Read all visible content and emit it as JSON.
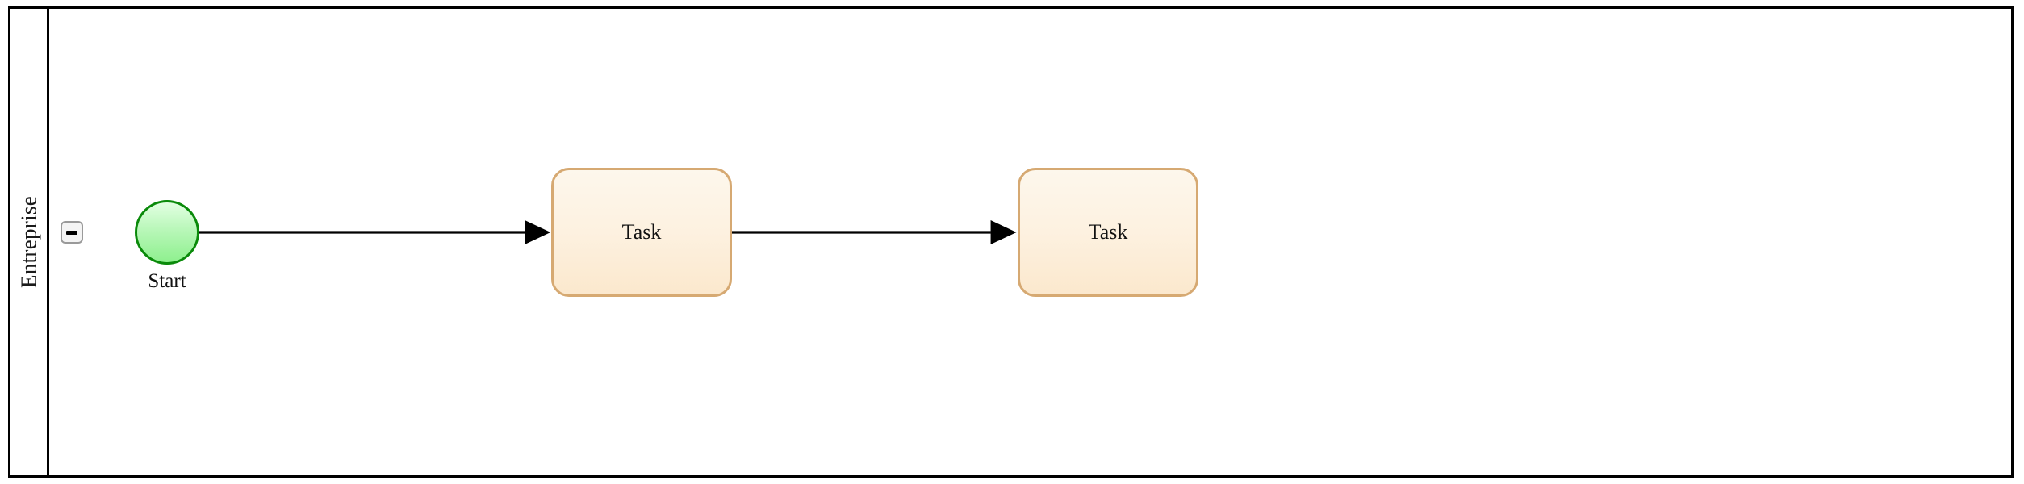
{
  "diagram": {
    "type": "bpmn-process",
    "notation": "BPMN 2.0",
    "canvas_background": "#ffffff"
  },
  "pool": {
    "name": "Entreprise",
    "label": "Entreprise",
    "border_color": "#000000",
    "background": "#ffffff",
    "collapse_control": {
      "icon": "minus-icon",
      "state": "expanded",
      "tooltip": ""
    }
  },
  "elements": {
    "start_event": {
      "label": "Start",
      "shape": "circle",
      "element_type": "start-event",
      "fill_top": "#e3ffe3",
      "fill_bottom": "#8ef08e",
      "border_color": "#0a8a0a"
    },
    "tasks": [
      {
        "label": "Task",
        "shape": "rounded-rectangle",
        "element_type": "task",
        "fill_top": "#fdf7ec",
        "fill_bottom": "#fbe8cd",
        "border_color": "#d6a972"
      },
      {
        "label": "Task",
        "shape": "rounded-rectangle",
        "element_type": "task",
        "fill_top": "#fdf7ec",
        "fill_bottom": "#fbe8cd",
        "border_color": "#d6a972"
      }
    ],
    "sequence_flows": [
      {
        "from": "Start",
        "to": "Task",
        "label": "",
        "stroke_color": "#000000"
      },
      {
        "from": "Task",
        "to": "Task",
        "label": "",
        "stroke_color": "#000000"
      }
    ]
  }
}
